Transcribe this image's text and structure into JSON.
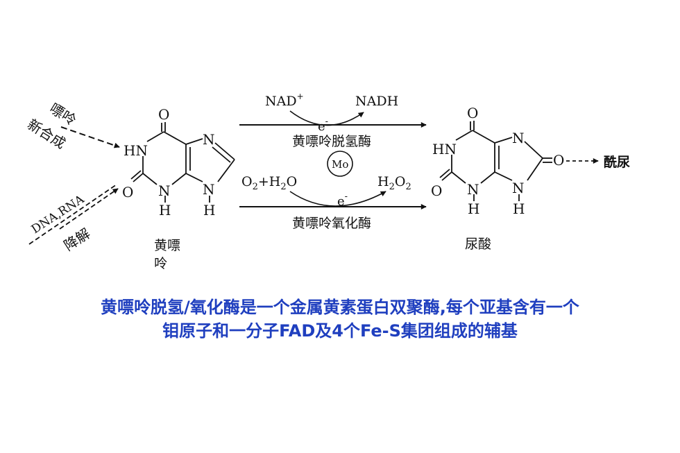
{
  "left_annotations": {
    "purine_de_novo_line1": "嘌呤",
    "purine_de_novo_line2": "新合成",
    "nucleic_acid_line1": "DNA,RNA",
    "nucleic_acid_line2": "降解"
  },
  "xanthine": {
    "name_line1": "黄嘌",
    "name_line2": "呤",
    "atom_O_top": "O",
    "atom_HN": "HN",
    "atom_N_ring": "N",
    "atom_O_left": "O",
    "atom_N_bottom": "N",
    "atom_N_imid": "N",
    "atom_H_bottom": "H",
    "atom_H_imid": "H"
  },
  "reaction_top": {
    "cofactor_in": "NAD",
    "cofactor_in_sup": "+",
    "cofactor_out": "NADH",
    "electron": "e",
    "electron_sup": "-",
    "enzyme": "黄嘌呤脱氢酶"
  },
  "molybdenum": "Mo",
  "reaction_bottom": {
    "reactant_o2": "O",
    "reactant_o2_sub": "2",
    "plus_water": "+H",
    "water_sub": "2",
    "water_o": "O",
    "product_h": "H",
    "product_sub1": "2",
    "product_o": "O",
    "product_sub2": "2",
    "electron": "e",
    "electron_sup": "-",
    "enzyme": "黄嘌呤氧化酶"
  },
  "uric_acid": {
    "name": "尿酸",
    "atom_O_top": "O",
    "atom_HN": "HN",
    "atom_N_ring": "N",
    "atom_O_left": "O",
    "atom_N_bottom": "N",
    "atom_N_imid": "N",
    "atom_O_right": "O",
    "atom_H_bottom": "H",
    "atom_H_imid": "H"
  },
  "urea_product": "酰尿",
  "caption": {
    "line1": "黄嘌呤脱氢/氧化酶是一个金属黄素蛋白双聚酶,每个亚基含有一个",
    "line2": "钼原子和一分子FAD及4个Fe-S集团组成的辅基"
  },
  "colors": {
    "caption": "#1f3fbf",
    "ink": "#111111"
  }
}
